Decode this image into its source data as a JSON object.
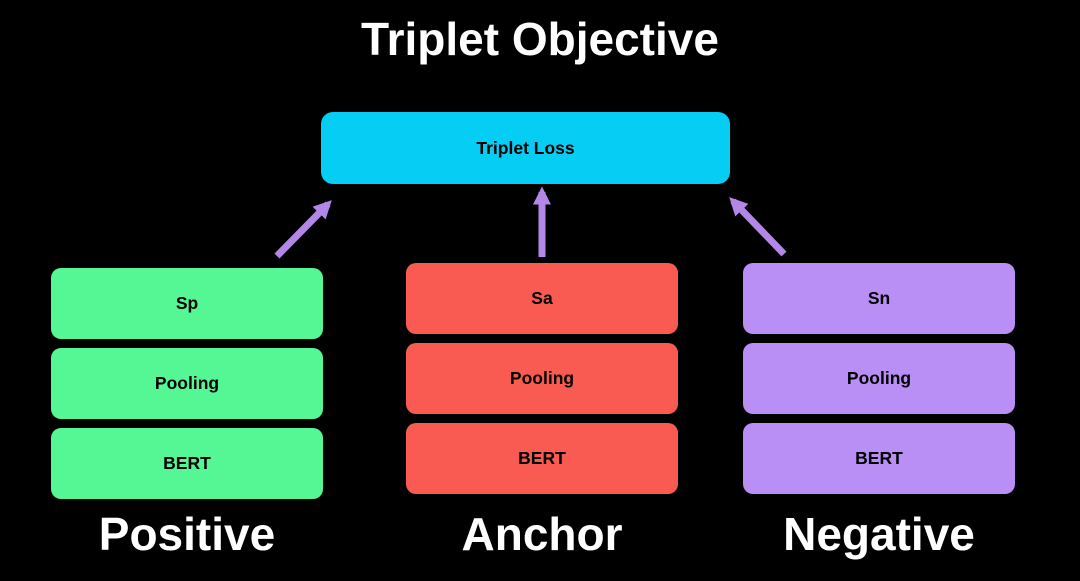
{
  "title": "Triplet Objective",
  "background_color": "#000000",
  "text_color_light": "#ffffff",
  "text_color_dark": "#000000",
  "arrow_color": "#b287e8",
  "loss_box": {
    "label": "Triplet Loss",
    "color": "#06cdf4"
  },
  "columns": [
    {
      "name": "positive",
      "label": "Positive",
      "color": "#54f794",
      "boxes": [
        "Sp",
        "Pooling",
        "BERT"
      ]
    },
    {
      "name": "anchor",
      "label": "Anchor",
      "color": "#f95a52",
      "boxes": [
        "Sa",
        "Pooling",
        "BERT"
      ]
    },
    {
      "name": "negative",
      "label": "Negative",
      "color": "#b98ef5",
      "boxes": [
        "Sn",
        "Pooling",
        "BERT"
      ]
    }
  ],
  "arrows": [
    {
      "name": "positive-to-loss",
      "direction": "up-right"
    },
    {
      "name": "anchor-to-loss",
      "direction": "up"
    },
    {
      "name": "negative-to-loss",
      "direction": "up-left"
    }
  ]
}
